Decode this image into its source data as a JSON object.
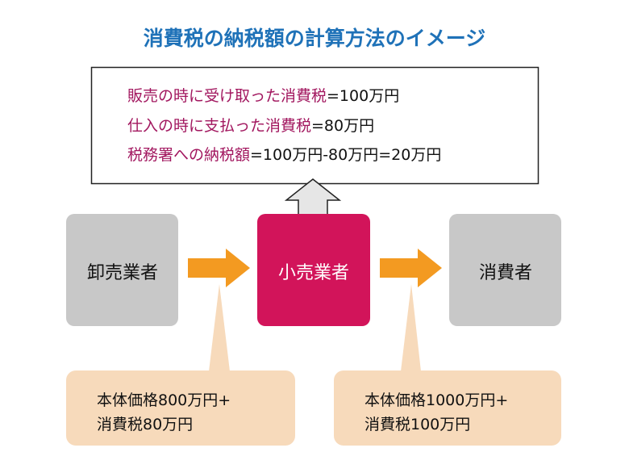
{
  "title": "消費税の納税額の計算方法のイメージ",
  "summary": [
    {
      "label": "販売の時に受け取った消費税",
      "value": "=100万円"
    },
    {
      "label": "仕入の時に支払った消費税",
      "value": "=80万円"
    },
    {
      "label": "税務署への納税額",
      "value": "=100万円-80万円=20万円"
    }
  ],
  "nodes": {
    "wholesaler": "卸売業者",
    "retailer": "小売業者",
    "consumer": "消費者"
  },
  "notes": {
    "left": [
      "本体価格800万円+",
      "消費税80万円"
    ],
    "right": [
      "本体価格1000万円+",
      "消費税100万円"
    ]
  },
  "colors": {
    "title": "#1f72b8",
    "highlight": "#a2175f",
    "retailer": "#d2145a",
    "node_gray": "#c8c8c8",
    "arrow": "#f39a21",
    "note_bg": "#f7dabb"
  }
}
